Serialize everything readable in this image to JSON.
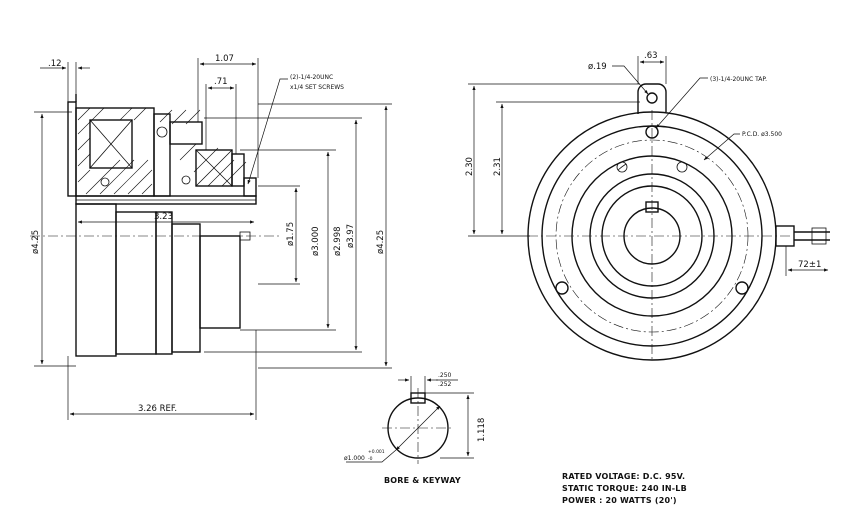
{
  "dimensions": {
    "d_012": ".12",
    "d_107": "1.07",
    "d_071": ".71",
    "d_323": "3.23",
    "d_175": "ø1.75",
    "d_3000": "ø3.000",
    "d_2998": "ø2.998",
    "d_397": "ø3.97",
    "d_425_left": "ø4.25",
    "d_425_right": "ø4.25",
    "d_326": "3.26 REF.",
    "d_019": "ø.19",
    "d_063": ".63",
    "d_230": "2.30",
    "d_231": "2.31",
    "d_72": "72±1",
    "d_250": ".250",
    "d_252": ".252",
    "d_1118": "1.118",
    "d_bore": "ø1.000",
    "d_bore_tol_upper": "+0.001",
    "d_bore_tol_lower": "-0"
  },
  "callouts": {
    "set_screws_line1": "(2)-1/4-20UNC",
    "set_screws_line2": "x1/4 SET SCREWS",
    "tapped_holes": "(3)-1/4-20UNC TAP.",
    "pcd": "P.C.D. ø3.500"
  },
  "bore_label": "BORE & KEYWAY",
  "specs": [
    "RATED VOLTAGE: D.C. 95V.",
    "STATIC TORQUE: 240 IN-LB",
    "POWER : 20 WATTS (20')"
  ]
}
